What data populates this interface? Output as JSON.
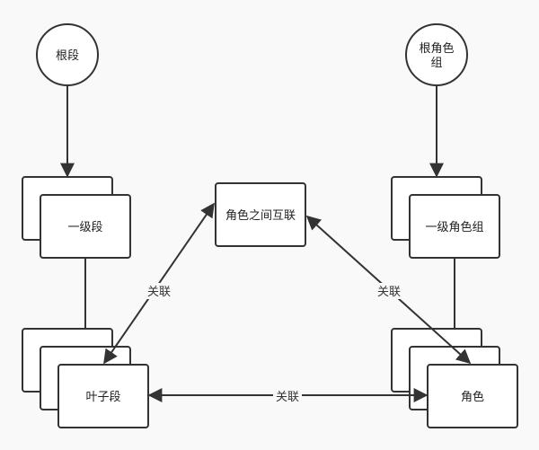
{
  "nodes": {
    "root_segment": "根段",
    "root_role_group_line1": "根角色",
    "root_role_group_line2": "组",
    "first_level_segment": "一级段",
    "first_level_role_group": "一级角色组",
    "role_interconnect": "角色之间互联",
    "leaf_segment": "叶子段",
    "role": "角色"
  },
  "edges": {
    "left_label": "关联",
    "right_label": "关联",
    "bottom_label": "关联"
  },
  "colors": {
    "background": "#f9f9f9",
    "stroke": "#333333",
    "fill": "#ffffff"
  }
}
